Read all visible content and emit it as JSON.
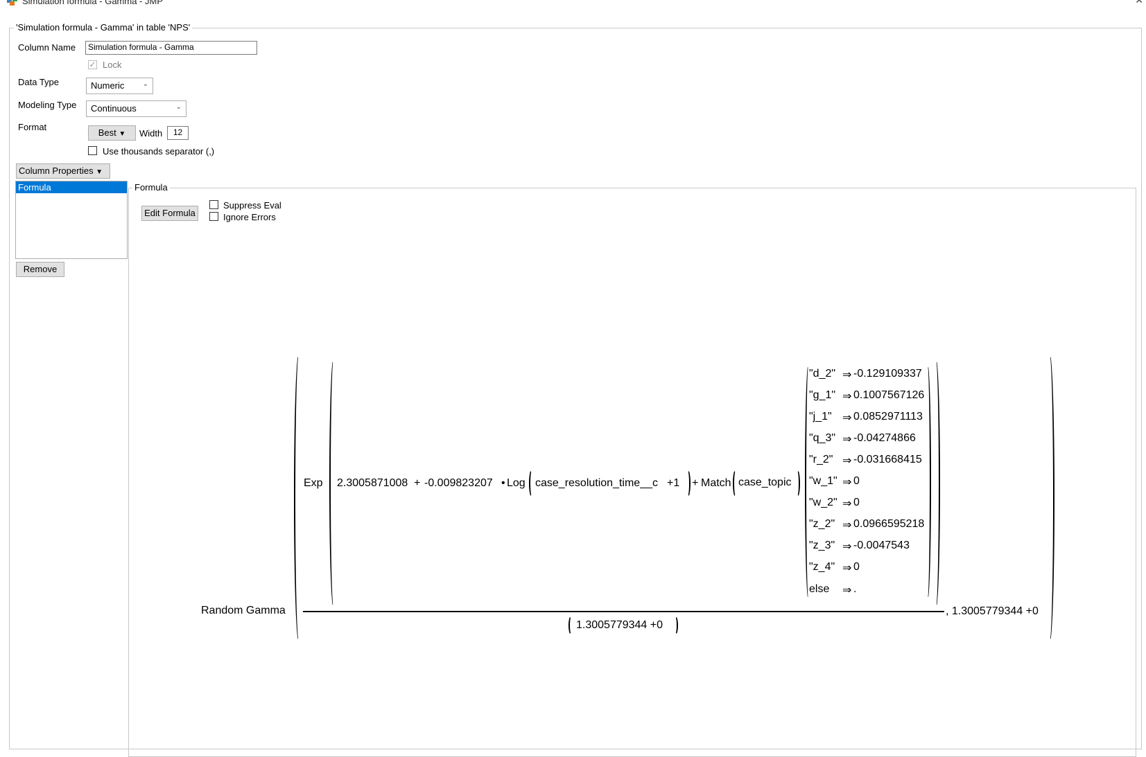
{
  "window": {
    "title": "Simulation formula - Gamma - JMP",
    "close_glyph": "✕"
  },
  "panel": {
    "legend": "'Simulation formula - Gamma' in table 'NPS'"
  },
  "column_name": {
    "label": "Column Name",
    "value": "Simulation formula - Gamma"
  },
  "lock": {
    "label": "Lock",
    "checked": true
  },
  "data_type": {
    "label": "Data Type",
    "value": "Numeric"
  },
  "modeling_type": {
    "label": "Modeling Type",
    "value": "Continuous"
  },
  "format": {
    "label": "Format",
    "button": "Best",
    "width_label": "Width",
    "width_value": "12"
  },
  "thousands": {
    "label": "Use thousands separator (,)",
    "checked": false
  },
  "column_properties": {
    "button": "Column Properties",
    "items": [
      "Formula"
    ],
    "remove_button": "Remove"
  },
  "formula_panel": {
    "legend": "Formula",
    "edit_button": "Edit Formula",
    "suppress_eval": "Suppress Eval",
    "ignore_errors": "Ignore Errors"
  },
  "formula": {
    "outer_function": "Random Gamma",
    "exp_function": "Exp",
    "intercept": "2.3005871008",
    "plus": "+",
    "coef": "-0.009823207",
    "times": "•",
    "log_function": "Log",
    "log_arg": "case_resolution_time__c",
    "log_plus_one": "+1",
    "match_plus": "+",
    "match_function": "Match",
    "match_arg": "case_topic",
    "arrow": "⇒",
    "match_cases": [
      {
        "key": "\"d_2\"",
        "value": "-0.129109337"
      },
      {
        "key": "\"g_1\"",
        "value": "0.1007567126"
      },
      {
        "key": "\"j_1\"",
        "value": "0.0852971113"
      },
      {
        "key": "\"q_3\"",
        "value": "-0.04274866"
      },
      {
        "key": "\"r_2\"",
        "value": "-0.031668415"
      },
      {
        "key": "\"w_1\"",
        "value": "0"
      },
      {
        "key": "\"w_2\"",
        "value": "0"
      },
      {
        "key": "\"z_2\"",
        "value": "0.0966595218"
      },
      {
        "key": "\"z_3\"",
        "value": "-0.0047543"
      },
      {
        "key": "\"z_4\"",
        "value": "0"
      },
      {
        "key": "else",
        "value": "."
      }
    ],
    "denominator": "1.3005779344 +0",
    "second_arg": ", 1.3005779344 +0"
  },
  "colors": {
    "selection": "#0078d7",
    "frame": "#c8c8c8"
  }
}
